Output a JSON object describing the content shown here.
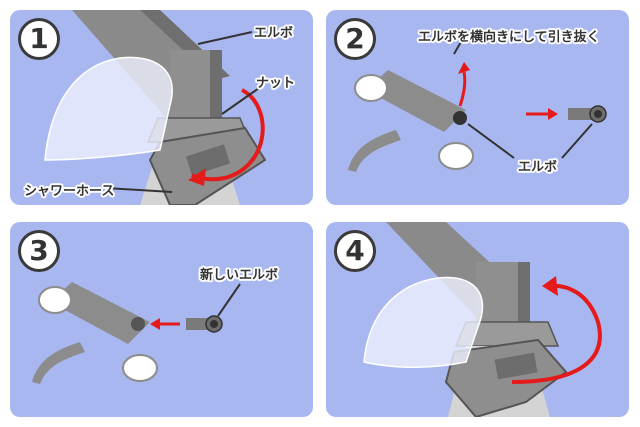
{
  "steps": [
    {
      "number": "1",
      "labels": {
        "elbow": "エルボ",
        "nut": "ナット",
        "hose": "シャワーホース"
      }
    },
    {
      "number": "2",
      "labels": {
        "instruction": "エルボを横向きにして引き抜く",
        "elbow": "エルボ"
      }
    },
    {
      "number": "3",
      "labels": {
        "new_elbow": "新しいエルボ"
      }
    },
    {
      "number": "4",
      "labels": {}
    }
  ],
  "colors": {
    "panel_bg": "#a9b7f0",
    "arrow": "#e51a1a",
    "pipe": "#8c8c8c",
    "outline": "#333333"
  }
}
